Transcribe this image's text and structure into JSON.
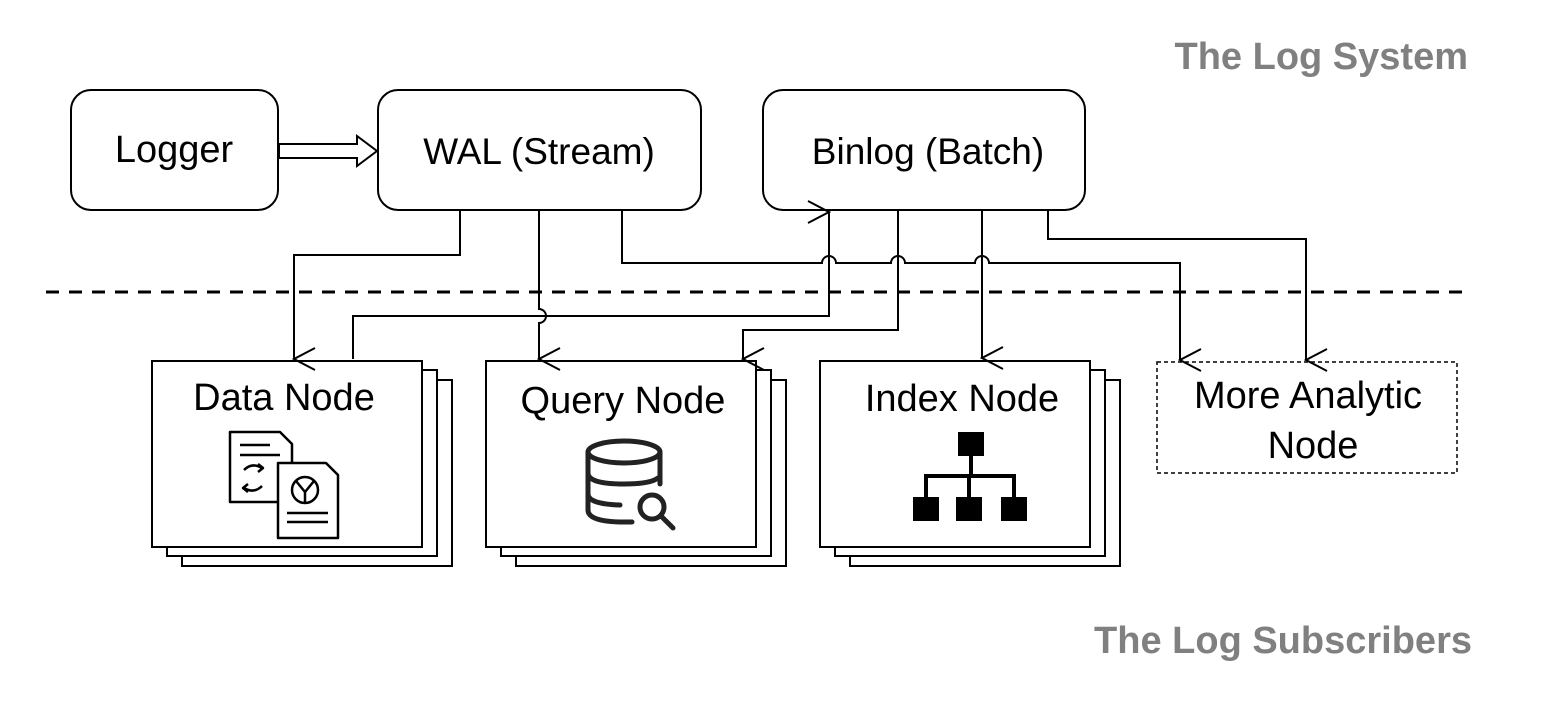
{
  "section_labels": {
    "system": "The Log System",
    "subscribers": "The Log Subscribers"
  },
  "log_system": {
    "logger": "Logger",
    "wal": "WAL (Stream)",
    "binlog": "Binlog (Batch)"
  },
  "subscribers": {
    "data_node": "Data Node",
    "query_node": "Query Node",
    "index_node": "Index Node",
    "analytic_line1": "More Analytic",
    "analytic_line2": "Node"
  },
  "icons": {
    "data_node": "documents-exchange-icon",
    "query_node": "database-search-icon",
    "index_node": "hierarchy-tree-icon"
  }
}
